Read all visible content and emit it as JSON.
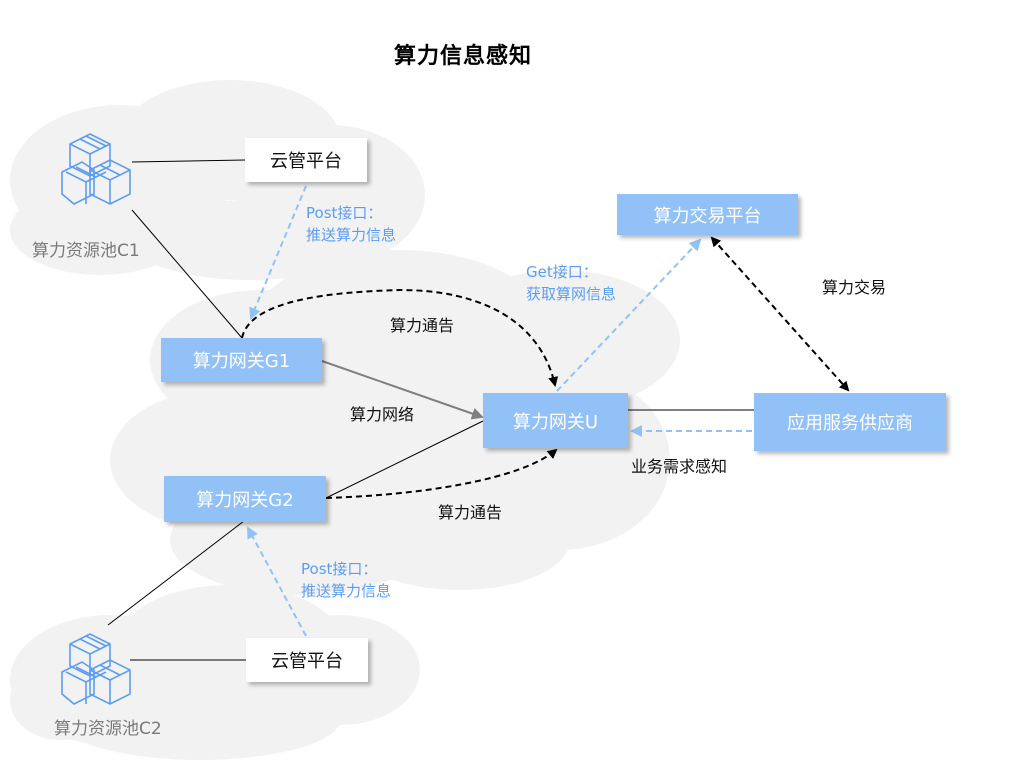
{
  "title": "算力信息感知",
  "nodes": {
    "cloud_mgmt_1": "云管平台",
    "cloud_mgmt_2": "云管平台",
    "gateway_g1": "算力网关G1",
    "gateway_g2": "算力网关G2",
    "gateway_u": "算力网关U",
    "trading_platform": "算力交易平台",
    "app_provider": "应用服务供应商"
  },
  "pools": {
    "c1": "算力资源池C1",
    "c2": "算力资源池C2"
  },
  "edge_labels": {
    "post_1_line1": "Post接口：",
    "post_1_line2": "推送算力信息",
    "post_2_line1": "Post接口：",
    "post_2_line2": "推送算力信息",
    "get_line1": "Get接口：",
    "get_line2": "获取算网信息",
    "announce_1": "算力通告",
    "announce_2": "算力通告",
    "network": "算力网络",
    "trade": "算力交易",
    "demand": "业务需求感知"
  },
  "colors": {
    "node_blue": "#92c1f7",
    "api_blue": "#5b9ef0",
    "cloud_gray": "#f2f2f2"
  }
}
